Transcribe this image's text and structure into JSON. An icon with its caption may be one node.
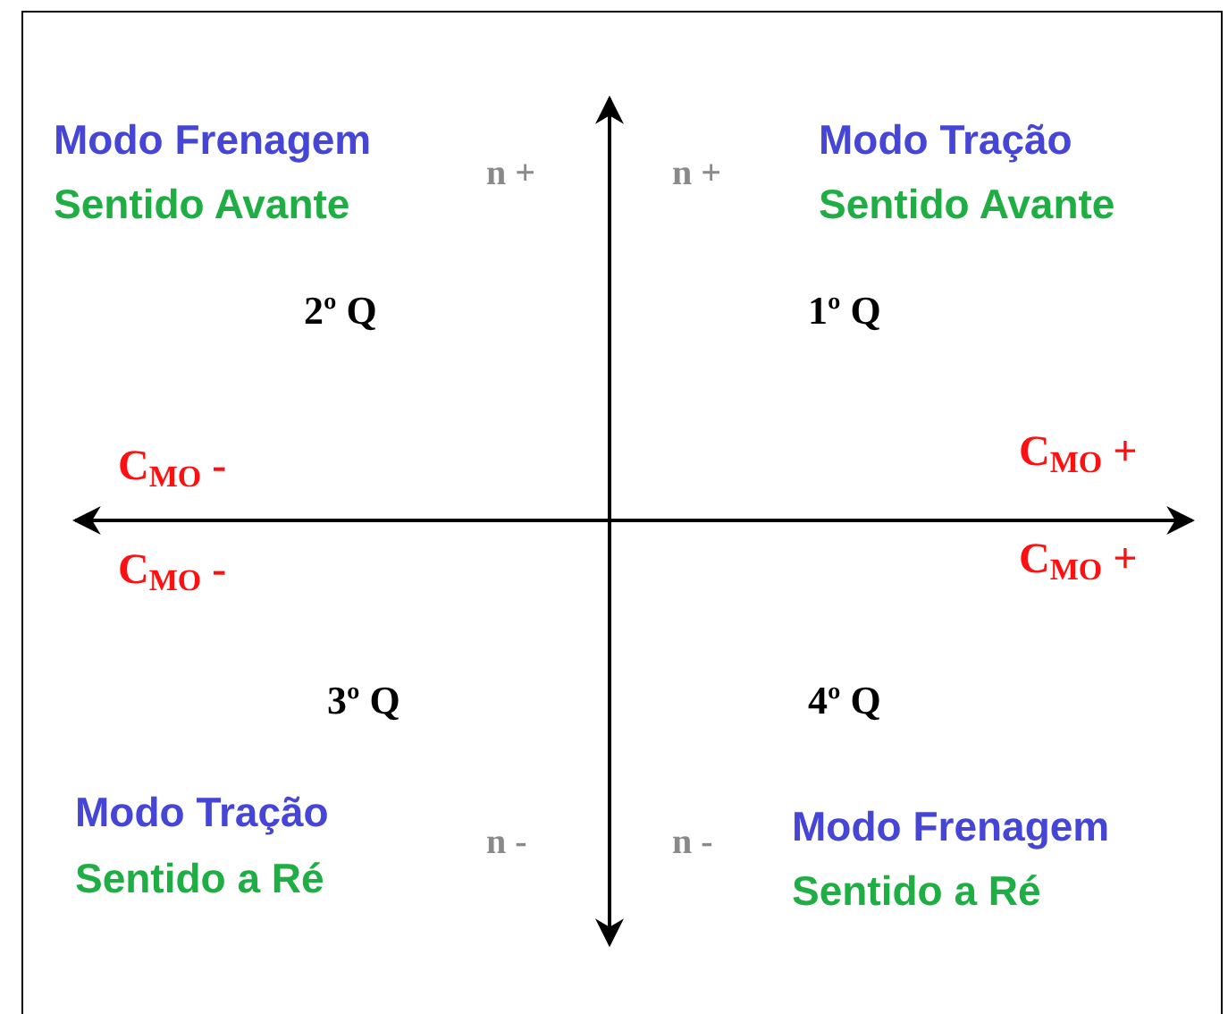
{
  "diagram": {
    "labels": [
      "Modo Frenagem",
      "Sentido Avante",
      "n +",
      "n +",
      "Modo Tração",
      "Sentido Avante",
      "2º Q",
      "1º Q",
      "C$_{MO}$ -",
      "C$_{MO}$ +",
      "C$_{MO}$ -",
      "C$_{MO}$ +",
      "3º Q",
      "4º Q",
      "Modo Tração",
      "Sentido a Ré",
      "n -",
      "n -",
      "Modo Frenagem",
      "Sentido a Ré"
    ]
  }
}
